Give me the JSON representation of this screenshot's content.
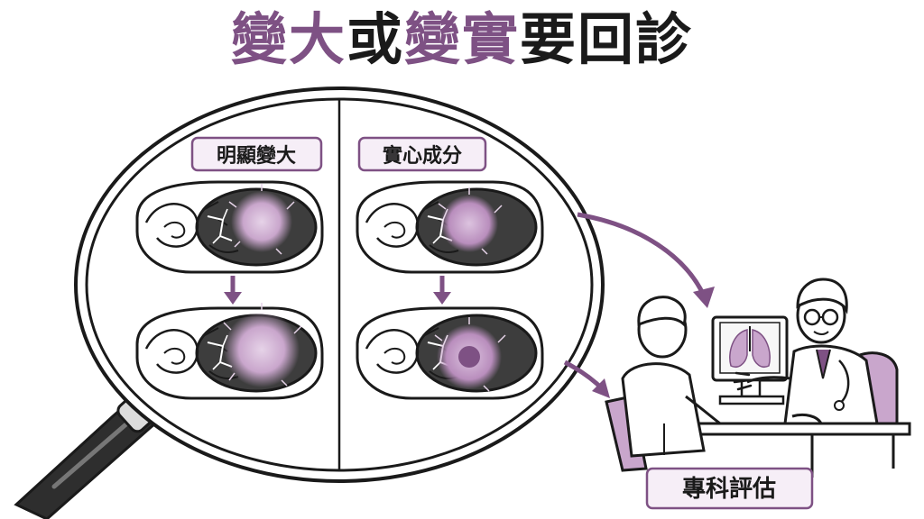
{
  "title": {
    "part1": "變大",
    "part2": "或",
    "part3": "變實",
    "part4": "要回診"
  },
  "panels": {
    "left_label": "明顯變大",
    "right_label": "實心成分"
  },
  "consult": {
    "label": "專科評估"
  },
  "colors": {
    "accent": "#7e5184",
    "accent_light": "#c9a6cc",
    "label_bg": "#f6eef7",
    "ink": "#1a1a1a",
    "lung_dark": "#3d3d3d"
  },
  "icons": [
    "magnifying-glass-icon",
    "ct-scan-icon",
    "down-arrow-icon",
    "curved-arrow-icon",
    "doctor-icon",
    "patient-icon",
    "monitor-lungs-icon"
  ]
}
